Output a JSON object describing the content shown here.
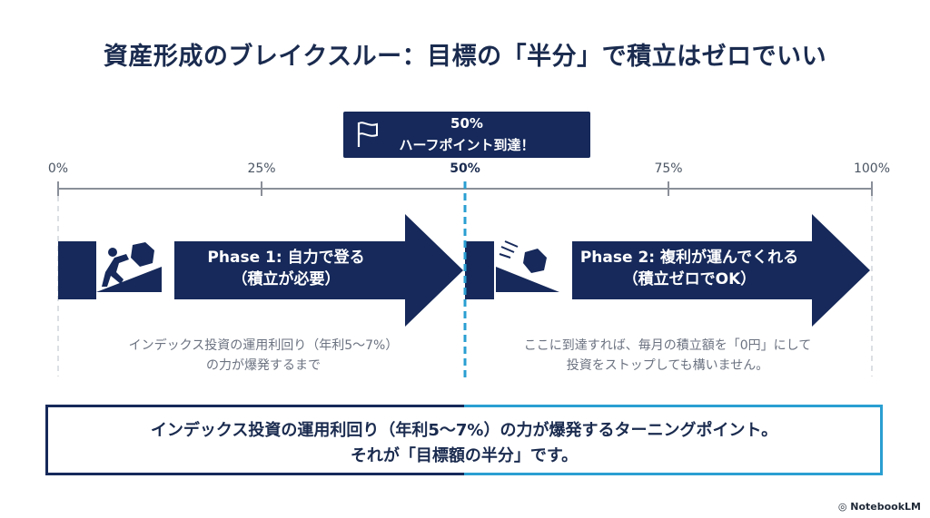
{
  "title": "資産形成のブレイクスルー：目標の「半分」で積立はゼロでいい",
  "badge": {
    "percent": "50%",
    "label": "ハーフポイント到達！",
    "icon": "flag-icon"
  },
  "timeline": {
    "ticks": [
      "0%",
      "25%",
      "50%",
      "75%",
      "100%"
    ],
    "highlight": "50%"
  },
  "phase1": {
    "title": "Phase 1: 自力で登る",
    "subtitle": "（積立が必要）",
    "icon": "person-pushing-boulder-icon",
    "description_line1": "インデックス投資の運用利回り（年利5〜7%）",
    "description_line2": "の力が爆発するまで"
  },
  "phase2": {
    "title": "Phase 2: 複利が運んでくれる",
    "subtitle": "（積立ゼロでOK）",
    "icon": "boulder-rolling-down-icon",
    "description_line1": "ここに到達すれば、毎月の積立額を「0円」にして",
    "description_line2": "投資をストップしても構いません。"
  },
  "summary": {
    "line1": "インデックス投資の運用利回り（年利5〜7%）の力が爆発するターニングポイント。",
    "line2": "それが「目標額の半分」です。"
  },
  "watermark": "NotebookLM",
  "colors": {
    "navy": "#16295a",
    "accent_blue": "#2a9fd1",
    "axis_gray": "#8a8f98"
  }
}
